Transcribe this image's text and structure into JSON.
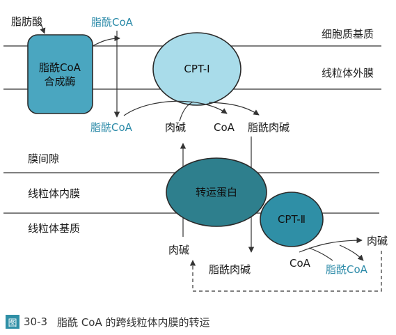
{
  "colors": {
    "enzyme_box": "#4aa6c0",
    "cpt1": "#a9dcea",
    "translocase": "#2e7f8d",
    "cpt2": "#2f8fa6",
    "teal_text": "#2b8aa8",
    "line": "#333333"
  },
  "regions": {
    "cytoplasm_matrix": "细胞质基质",
    "outer_membrane": "线粒体外膜",
    "intermembrane_space": "膜间隙",
    "inner_membrane": "线粒体内膜",
    "mitochondrial_matrix": "线粒体基质"
  },
  "enzymes": {
    "acyl_coa_synthetase_line1": "脂酰CoA",
    "acyl_coa_synthetase_line2": "合成酶",
    "cpt1": "CPT-Ⅰ",
    "translocase": "转运蛋白",
    "cpt2": "CPT-Ⅱ"
  },
  "molecules": {
    "fatty_acid": "脂肪酸",
    "acyl_coa_top": "脂酰CoA",
    "acyl_coa_ims": "脂酰CoA",
    "carnitine_ims": "肉碱",
    "coa_ims": "CoA",
    "acylcarnitine_ims": "脂酰肉碱",
    "carnitine_matrix": "肉碱",
    "acylcarnitine_matrix": "脂酰肉碱",
    "coa_matrix": "CoA",
    "carnitine_right": "肉碱",
    "acyl_coa_matrix": "脂酰CoA"
  },
  "caption": {
    "icon_char": "图",
    "number": "30-3",
    "title": "脂酰 CoA 的跨线粒体内膜的转运"
  }
}
